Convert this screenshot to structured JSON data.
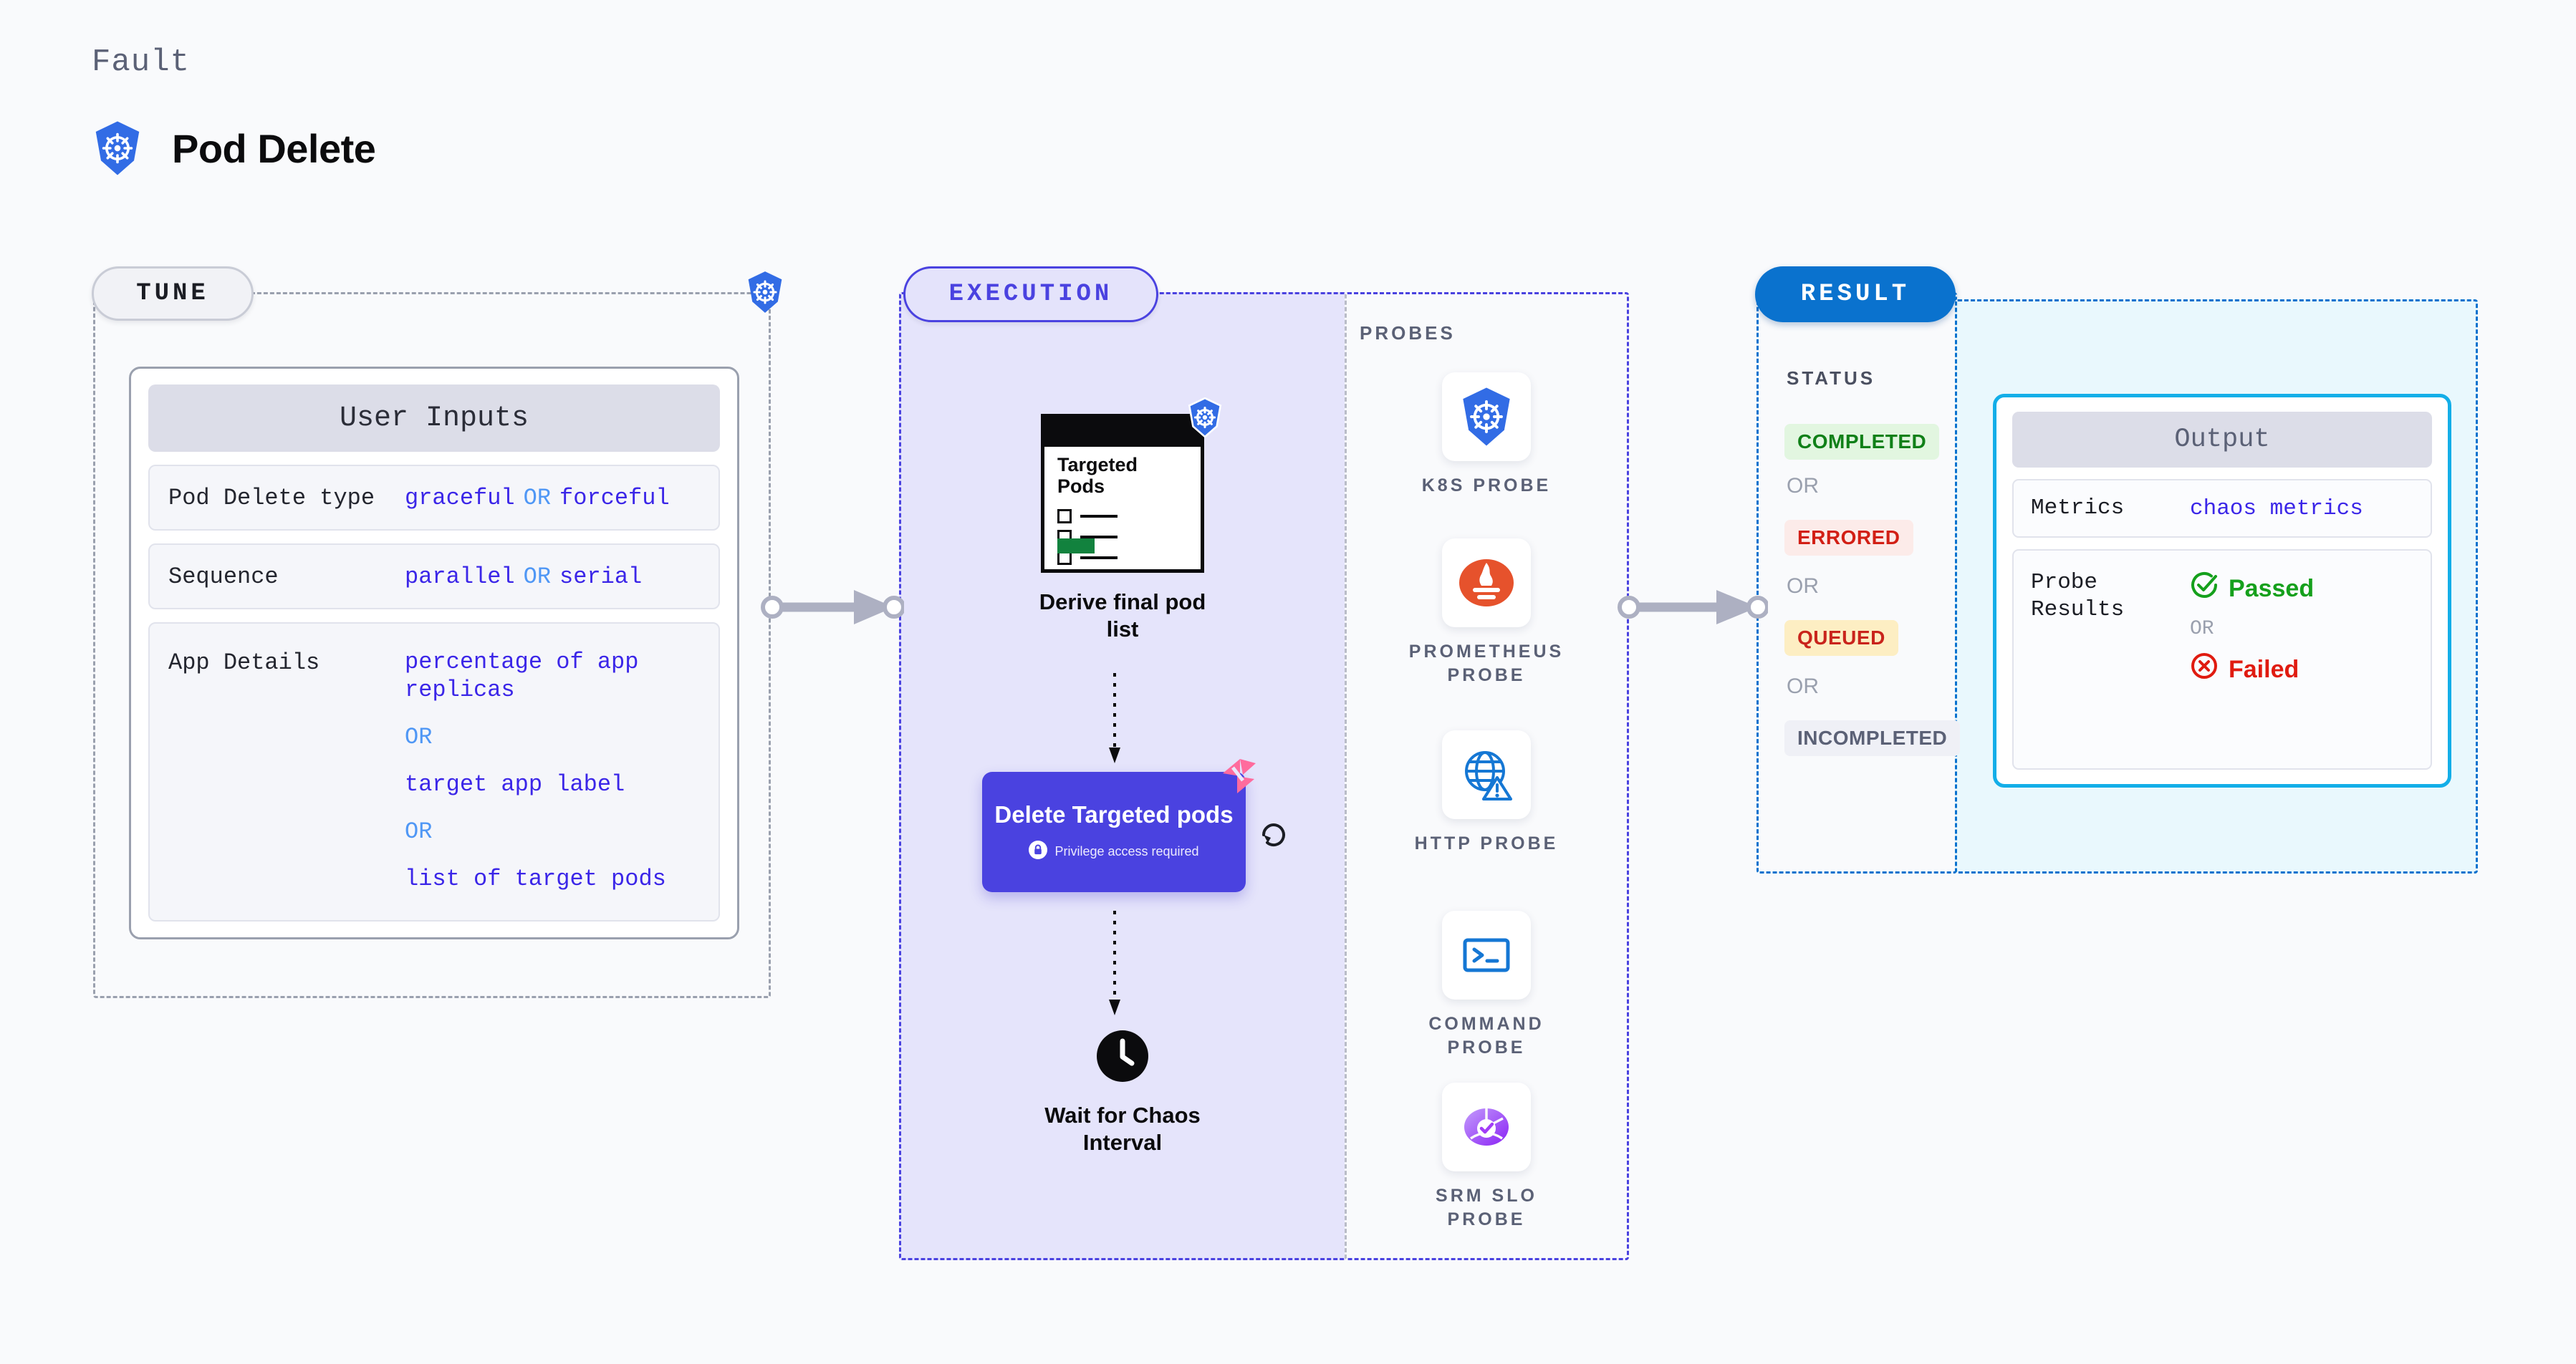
{
  "header": {
    "eyebrow": "Fault",
    "title": "Pod Delete",
    "icon": "kubernetes-icon"
  },
  "sections": {
    "tune": {
      "pill": "TUNE"
    },
    "execution": {
      "pill": "EXECUTION"
    },
    "probes": {
      "label": "PROBES"
    },
    "result": {
      "pill": "RESULT",
      "status_label": "STATUS"
    }
  },
  "tune": {
    "card_title": "User Inputs",
    "rows": [
      {
        "label": "Pod Delete type",
        "value_a": "graceful",
        "or": "OR",
        "value_b": "forceful"
      },
      {
        "label": "Sequence",
        "value_a": "parallel",
        "or": "OR",
        "value_b": "serial"
      }
    ],
    "app_details": {
      "label": "App Details",
      "option_1": "percentage of app replicas",
      "or_1": "OR",
      "option_2": "target app label",
      "or_2": "OR",
      "option_3": "list of target pods"
    }
  },
  "execution": {
    "derive": {
      "doc_title": "Targeted Pods",
      "caption": "Derive final pod list",
      "badge_icon": "kubernetes-icon"
    },
    "delete_step": {
      "title": "Delete Targeted pods",
      "privilege_note": "Privilege access required",
      "lock_icon": "lock-icon",
      "brand_icon": "harness-logo-icon",
      "retry_icon": "retry-icon"
    },
    "wait_step": {
      "caption": "Wait for Chaos Interval",
      "icon": "clock-icon"
    }
  },
  "probes": [
    {
      "name": "K8S PROBE",
      "icon": "kubernetes-icon"
    },
    {
      "name": "PROMETHEUS PROBE",
      "icon": "prometheus-icon"
    },
    {
      "name": "HTTP PROBE",
      "icon": "http-globe-warning-icon"
    },
    {
      "name": "COMMAND PROBE",
      "icon": "terminal-icon"
    },
    {
      "name": "SRM SLO PROBE",
      "icon": "srm-slo-icon"
    }
  ],
  "result": {
    "statuses": [
      {
        "text": "COMPLETED",
        "bg": "#e2f6e0",
        "fg": "#108018"
      },
      {
        "text": "ERRORED",
        "bg": "#fcebe9",
        "fg": "#d21f15"
      },
      {
        "text": "QUEUED",
        "bg": "#fdeec3",
        "fg": "#c9241c"
      },
      {
        "text": "INCOMPLETED",
        "bg": "#eff0f6",
        "fg": "#5b6176"
      }
    ],
    "separators": [
      "OR",
      "OR",
      "OR"
    ]
  },
  "output": {
    "card_title": "Output",
    "metrics": {
      "label": "Metrics",
      "value": "chaos metrics"
    },
    "probe_results": {
      "label": "Probe Results",
      "passed": "Passed",
      "or": "OR",
      "failed": "Failed",
      "pass_icon": "check-circle-icon",
      "fail_icon": "x-circle-icon"
    }
  },
  "colors": {
    "accent_purple": "#4a42e0",
    "accent_blue": "#0a72ce",
    "accent_cyan": "#13aee8",
    "brand_pink": "#ff6b9d",
    "value_blue": "#3b26e8",
    "or_blue": "#4f97f5",
    "k8s_blue": "#326ce5"
  }
}
